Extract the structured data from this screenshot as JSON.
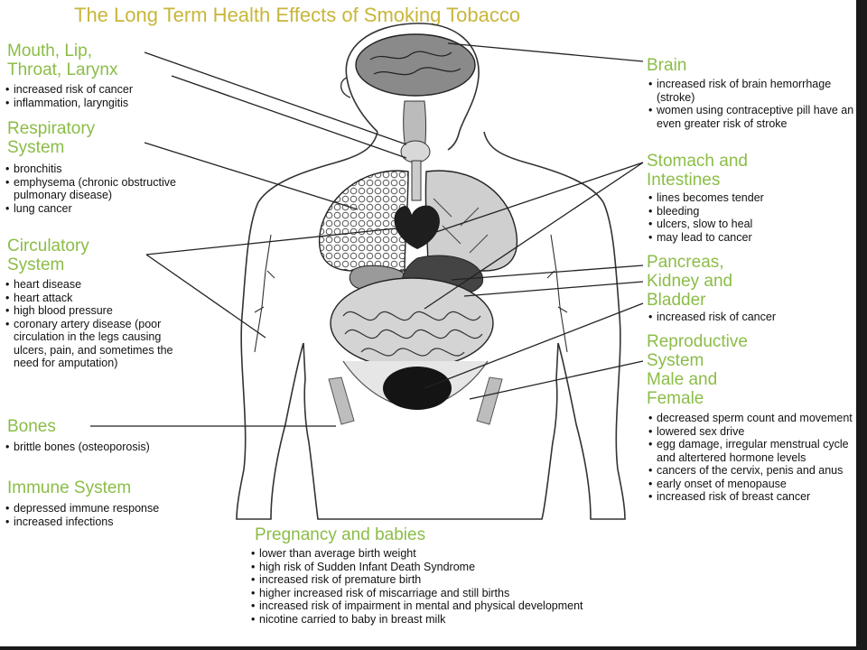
{
  "title": "The Long Term Health Effects of Smoking Tobacco",
  "colors": {
    "title": "#c8b63a",
    "heading": "#8bbd47",
    "text": "#111111",
    "outline": "#222222"
  },
  "sections": {
    "mouth": {
      "heading": [
        "Mouth, Lip,",
        "Throat, Larynx"
      ],
      "items": [
        "increased risk of cancer",
        "inflammation, laryngitis"
      ]
    },
    "respiratory": {
      "heading": [
        "Respiratory",
        "System"
      ],
      "items": [
        "bronchitis",
        "emphysema (chronic obstructive pulmonary disease)",
        "lung cancer"
      ]
    },
    "circulatory": {
      "heading": [
        "Circulatory",
        "System"
      ],
      "items": [
        "heart disease",
        "heart attack",
        "high blood pressure",
        "coronary artery disease (poor circulation in the legs causing ulcers, pain, and sometimes the need for amputation)"
      ]
    },
    "bones": {
      "heading": [
        "Bones"
      ],
      "items": [
        "brittle bones (osteoporosis)"
      ]
    },
    "immune": {
      "heading": [
        "Immune System"
      ],
      "items": [
        "depressed immune response",
        "increased infections"
      ]
    },
    "brain": {
      "heading": [
        "Brain"
      ],
      "items": [
        "increased risk of brain hemorrhage (stroke)",
        "women using contraceptive pill have an even greater risk of stroke"
      ]
    },
    "stomach": {
      "heading": [
        "Stomach and",
        "Intestines"
      ],
      "items": [
        "lines becomes tender",
        "bleeding",
        "ulcers, slow to heal",
        "may lead to cancer"
      ]
    },
    "pancreas": {
      "heading": [
        "Pancreas,",
        "Kidney and",
        "Bladder"
      ],
      "items": [
        "increased risk of cancer"
      ]
    },
    "reproductive": {
      "heading": [
        "Reproductive",
        "System",
        "Male and",
        "Female"
      ],
      "items": [
        "decreased sperm count and movement",
        "lowered sex drive",
        "egg damage, irregular menstrual cycle and altertered hormone levels",
        "cancers of the cervix, penis and anus",
        "early onset of menopause",
        "increased risk of breast cancer"
      ]
    },
    "pregnancy": {
      "heading": [
        "Pregnancy and babies"
      ],
      "items": [
        "lower than average birth weight",
        "high risk of Sudden Infant Death Syndrome",
        "increased risk of premature birth",
        "higher increased risk of miscarriage and still births",
        "increased risk of impairment in mental and physical development",
        "nicotine carried to baby in breast milk"
      ]
    }
  }
}
